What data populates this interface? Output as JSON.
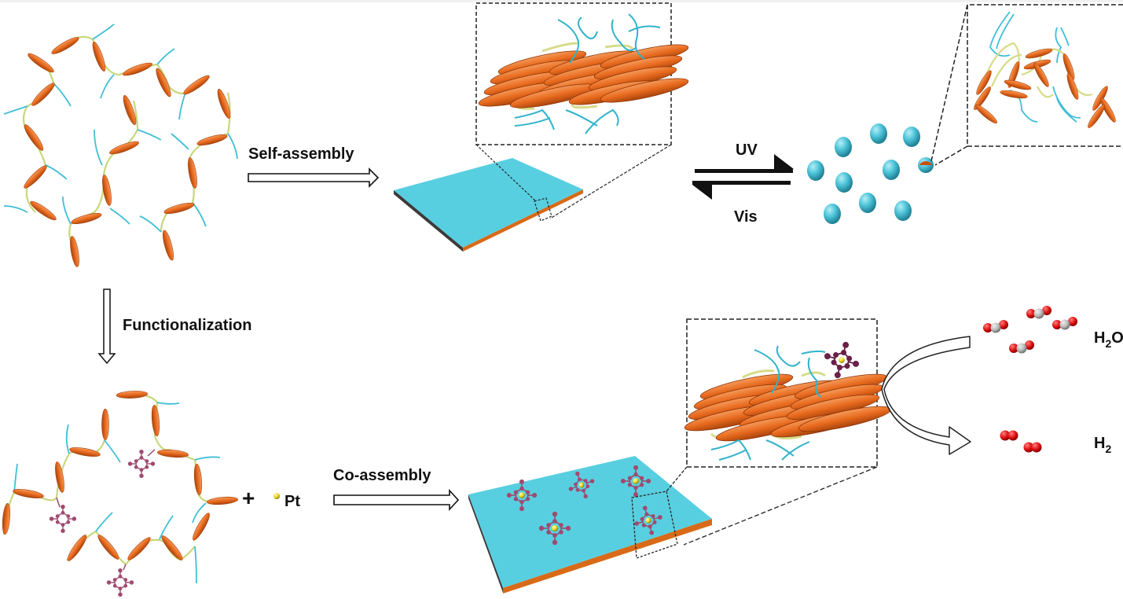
{
  "title": "Self-assembly and co-assembly scheme of photoresponsive amphiphilic polymer",
  "colors": {
    "mesogen": "#e86a1e",
    "mesogen_dark": "#b84a0c",
    "hydrophilic_chain": "#3fbfd6",
    "backbone": "#c9d77a",
    "sheet_top": "#58cfe0",
    "sheet_edge": "#d86a18",
    "porphyrin": "#a04a70",
    "pt": "#e8d82a",
    "oxygen": "#e01010",
    "hydrogen": "#b8b8b8"
  },
  "labels": {
    "self_assembly": "Self-assembly",
    "uv": "UV",
    "vis": "Vis",
    "functionalization": "Functionalization",
    "plus": "+",
    "pt": "Pt",
    "co_assembly": "Co-assembly",
    "h2o_main": "H",
    "h2o_sub": "2",
    "h2o_tail": "O",
    "h2_main": "H",
    "h2_sub": "2"
  },
  "panels": {
    "top_left": "polymer network (mesogen + hydrophilic side chains)",
    "top_middle": "nanosheet with zoomed stacked mesogen layers",
    "top_right": "nanospheres with zoomed disordered chains",
    "bottom_left": "porphyrin-functionalized polymer network",
    "bottom_middle": "co-assembled nanosheet with Pt-porphyrin complexes",
    "bottom_right": "photocatalytic water splitting H2O to H2"
  }
}
